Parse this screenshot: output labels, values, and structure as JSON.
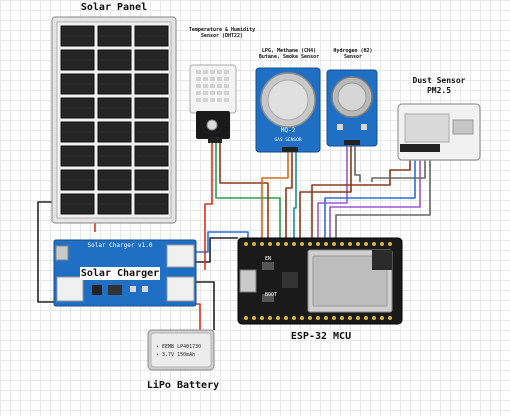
{
  "labels": {
    "solar_panel": "Solar Panel",
    "dht22": [
      "Temperature & Humidity",
      "Sensor (DHT22)"
    ],
    "mq2": [
      "LPG, Methane (CH4)",
      "Butane, Smoke Sensor"
    ],
    "h2": [
      "Hydrogen (H2)",
      "Sensor"
    ],
    "dust": [
      "Dust Sensor",
      "PM2.5"
    ],
    "solar_charger": "Solar Charger",
    "esp32": "ESP-32 MCU",
    "battery": "LiPo Battery"
  },
  "board_text": {
    "charger_title": "Solar Charger v1.0",
    "mq2_face": "MQ-2",
    "mq2_sub": "GAS SENSOR",
    "battery_line1": "• EEMB LP401730",
    "battery_line2": "• 3.7V 150mAh",
    "esp_boot": "BOOT",
    "esp_en": "EN"
  },
  "colors": {
    "board_blue": "#1f6fc4",
    "esp_body": "#1a1a1a",
    "wire_red": "#e0301e",
    "wire_black": "#222222",
    "wire_brown": "#8b3a1a",
    "wire_green": "#2e9e4e",
    "wire_purple": "#9b59d0",
    "wire_blue": "#2d6fd6",
    "wire_teal": "#1a8f8f",
    "wire_gray": "#666666",
    "wire_orange": "#d46a1a"
  }
}
